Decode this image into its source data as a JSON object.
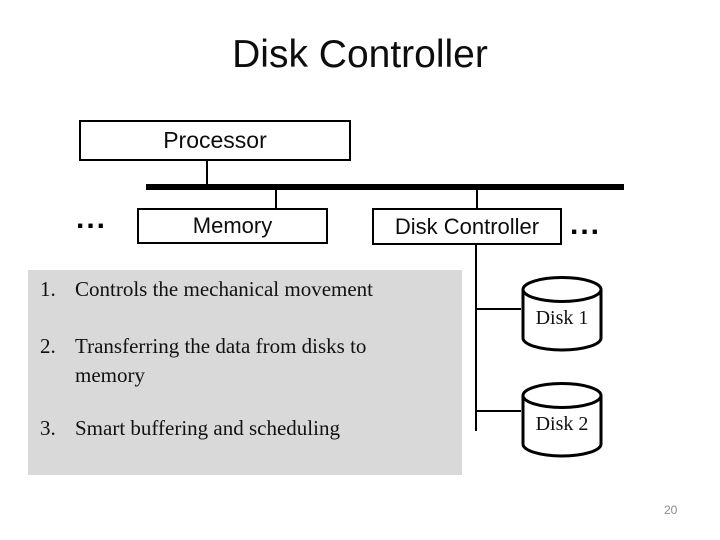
{
  "slide": {
    "title": "Disk Controller",
    "page_number": "20",
    "background_color": "#ffffff"
  },
  "diagram": {
    "processor_label": "Processor",
    "memory_label": "Memory",
    "disk_controller_label": "Disk Controller",
    "left_ellipsis": "...",
    "right_ellipsis": "...",
    "disks": [
      {
        "label": "Disk 1"
      },
      {
        "label": "Disk 2"
      }
    ],
    "line_color": "#000000"
  },
  "notes_panel": {
    "background_color": "#d9d9d9",
    "items": [
      {
        "number": "1.",
        "text": "Controls the mechanical movement"
      },
      {
        "number": "2.",
        "text": "Transferring the data from disks to memory"
      },
      {
        "number": "3.",
        "text": "Smart buffering and scheduling"
      }
    ]
  }
}
